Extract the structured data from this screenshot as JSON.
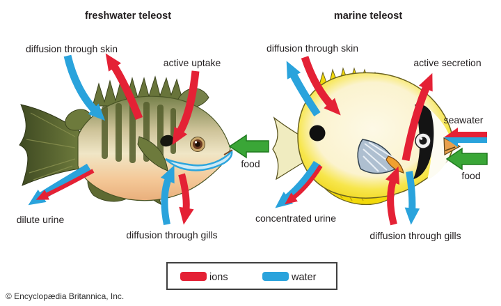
{
  "titles": {
    "left": "freshwater teleost",
    "right": "marine teleost"
  },
  "colors": {
    "ions": "#e42135",
    "water": "#2aa3dc",
    "food": "#3aa637"
  },
  "freshwater": {
    "labels": {
      "skin": "diffusion through skin",
      "uptake": "active uptake",
      "urine": "dilute urine",
      "gills": "diffusion through gills",
      "food": "food"
    }
  },
  "marine": {
    "labels": {
      "skin": "diffusion through skin",
      "secretion": "active secretion",
      "seawater": "seawater",
      "food": "food",
      "urine": "concentrated urine",
      "gills": "diffusion through gills"
    }
  },
  "legend": {
    "ions": "ions",
    "water": "water"
  },
  "credit": "© Encyclopædia Britannica, Inc."
}
